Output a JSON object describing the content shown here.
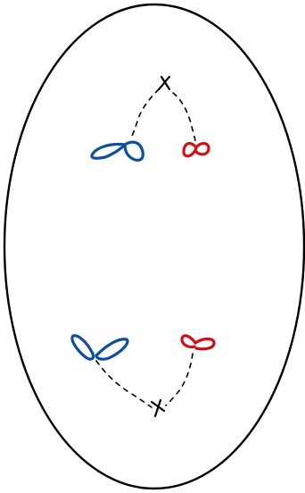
{
  "figure": {
    "description_free": true,
    "colors": {
      "outline": "#000000",
      "blue": "#0d4f9e",
      "red": "#d10f14",
      "background": "#ffffff"
    }
  },
  "icons": {
    "cell": "ellipse-cell-icon",
    "centrosome": "centrosome-x-icon",
    "chromosome": "chromosome-loop-icon"
  },
  "groups": [
    {
      "name": "top-group",
      "blue_chromosome": "blue-loops",
      "red_chromosome": "red-loops"
    },
    {
      "name": "bottom-group",
      "blue_chromosome": "blue-loops",
      "red_chromosome": "red-loops"
    }
  ]
}
